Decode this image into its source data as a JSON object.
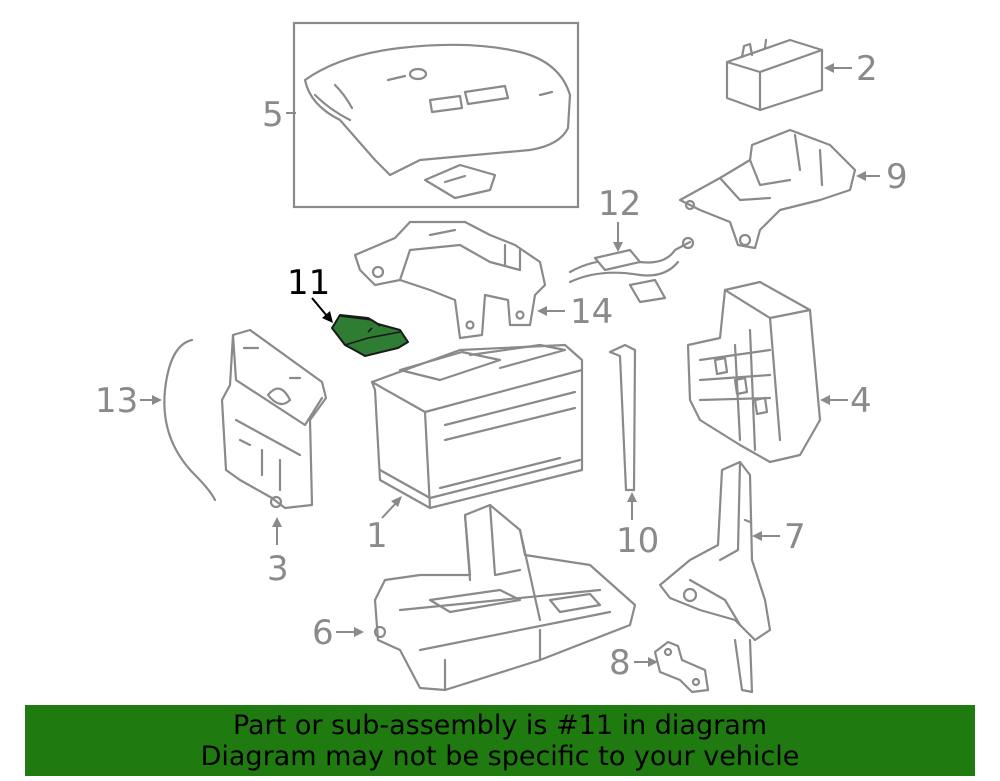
{
  "diagram": {
    "callouts": {
      "c1": "1",
      "c2": "2",
      "c3": "3",
      "c4": "4",
      "c5": "5",
      "c6": "6",
      "c7": "7",
      "c8": "8",
      "c9": "9",
      "c10": "10",
      "c11": "11",
      "c12": "12",
      "c13": "13",
      "c14": "14"
    },
    "highlighted_part": "11",
    "highlight_color": "#2e7d32"
  },
  "banner": {
    "line1": "Part or sub-assembly is #11 in diagram",
    "line2": "Diagram may not be specific to your vehicle",
    "background_color": "#1f7a10"
  }
}
